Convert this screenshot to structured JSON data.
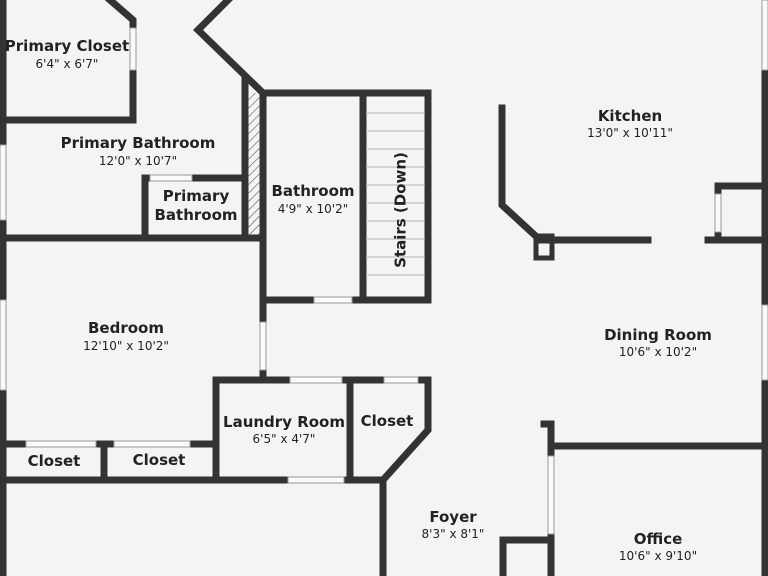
{
  "colors": {
    "background": "#f4f4f4",
    "wall": "#333333",
    "text": "#222222"
  },
  "rooms": {
    "primary_closet": {
      "name": "Primary Closet",
      "dims": "6'4\" x 6'7\""
    },
    "primary_bathroom": {
      "name": "Primary Bathroom",
      "dims": "12'0\" x 10'7\""
    },
    "primary_bathroom_small": {
      "line1": "Primary",
      "line2": "Bathroom"
    },
    "bathroom": {
      "name": "Bathroom",
      "dims": "4'9\" x 10'2\""
    },
    "stairs": {
      "name": "Stairs (Down)"
    },
    "kitchen": {
      "name": "Kitchen",
      "dims": "13'0\" x 10'11\""
    },
    "bedroom": {
      "name": "Bedroom",
      "dims": "12'10\" x 10'2\""
    },
    "dining_room": {
      "name": "Dining Room",
      "dims": "10'6\" x 10'2\""
    },
    "laundry_room": {
      "name": "Laundry Room",
      "dims": "6'5\" x 4'7\""
    },
    "closet_laundry": {
      "name": "Closet"
    },
    "closet_left_1": {
      "name": "Closet"
    },
    "closet_left_2": {
      "name": "Closet"
    },
    "foyer": {
      "name": "Foyer",
      "dims": "8'3\" x 8'1\""
    },
    "office": {
      "name": "Office",
      "dims": "10'6\" x 9'10\""
    }
  }
}
